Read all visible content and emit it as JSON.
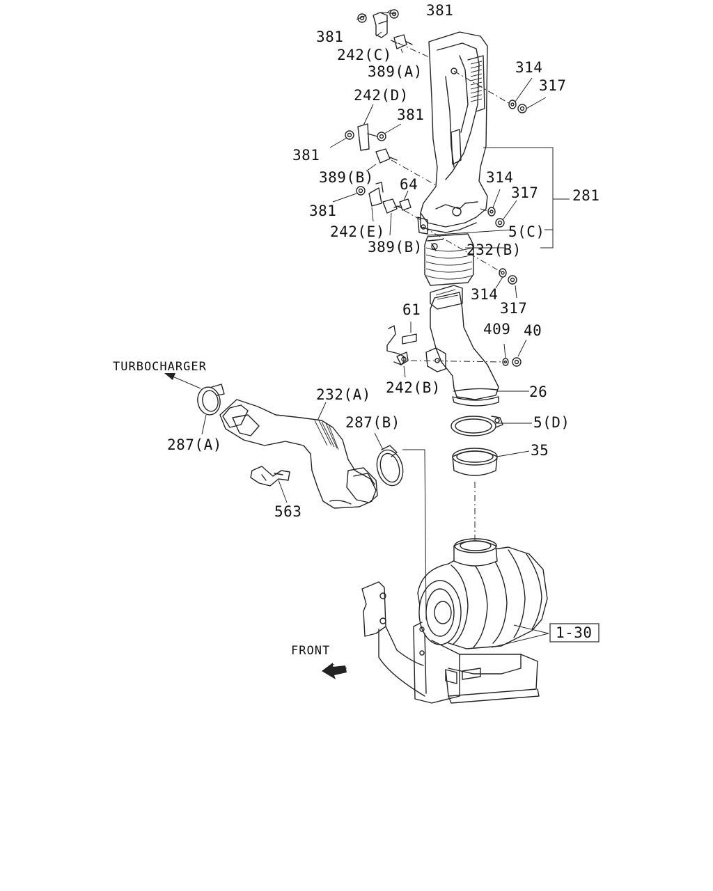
{
  "annotations": {
    "turbocharger": "TURBOCHARGER",
    "front": "FRONT",
    "ref_box": "1-30"
  },
  "callouts": {
    "p381_top_right": "381",
    "p381_top_left": "381",
    "p242c": "242(C)",
    "p389a": "389(A)",
    "p314_top": "314",
    "p317_top": "317",
    "p242d": "242(D)",
    "p381_mid_right": "381",
    "p381_mid_left": "381",
    "p389b_upper": "389(B)",
    "p64": "64",
    "p381_lower": "381",
    "p242e": "242(E)",
    "p389b_lower": "389(B)",
    "p314_mid": "314",
    "p317_mid": "317",
    "p281": "281",
    "p5c": "5(C)",
    "p232b": "232(B)",
    "p314_low": "314",
    "p317_low": "317",
    "p61": "61",
    "p409": "409",
    "p40": "40",
    "p242b": "242(B)",
    "p26": "26",
    "p5d": "5(D)",
    "p35": "35",
    "p232a": "232(A)",
    "p287b": "287(B)",
    "p287a": "287(A)",
    "p563": "563"
  }
}
